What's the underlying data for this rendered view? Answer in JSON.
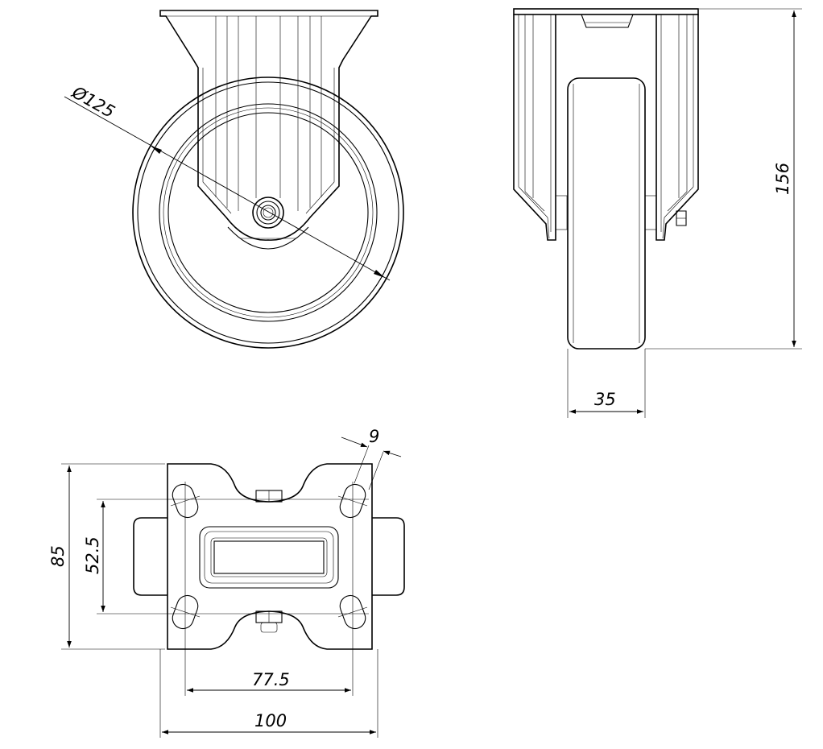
{
  "dimensions": {
    "wheel_diameter": "Ø125",
    "total_height": "156",
    "wheel_width": "35",
    "hole_size": "9",
    "plate_length": "85",
    "hole_spacing_length": "52.5",
    "hole_spacing_width": "77.5",
    "plate_width": "100"
  }
}
